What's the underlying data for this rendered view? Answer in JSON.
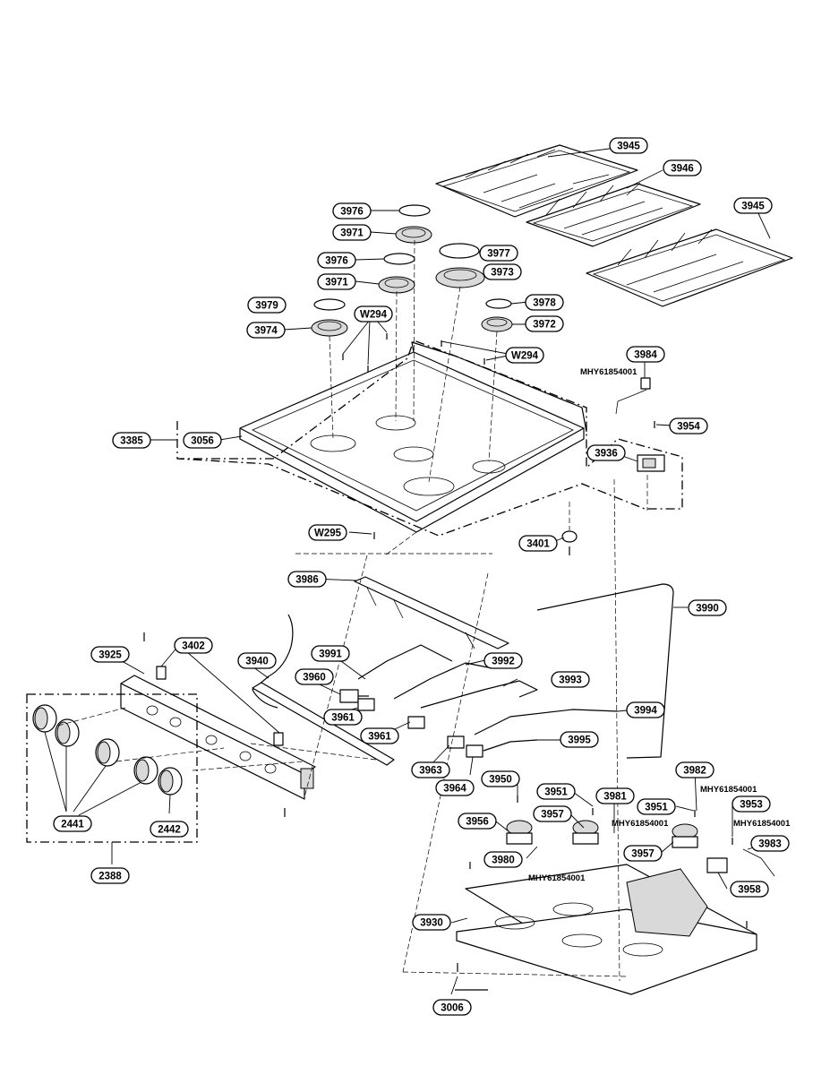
{
  "callouts": {
    "c3945a": "3945",
    "c3946": "3946",
    "c3945b": "3945",
    "c3976a": "3976",
    "c3971a": "3971",
    "c3977": "3977",
    "c3976b": "3976",
    "c3973": "3973",
    "c3971b": "3971",
    "c3979": "3979",
    "c3978": "3978",
    "cW294a": "W294",
    "c3974": "3974",
    "c3972": "3972",
    "cW294b": "W294",
    "c3984": "3984",
    "c3954": "3954",
    "c3385": "3385",
    "c3056": "3056",
    "c3936": "3936",
    "c3401": "3401",
    "cW295": "W295",
    "c3986": "3986",
    "c3990": "3990",
    "c3925": "3925",
    "c3402": "3402",
    "c3940": "3940",
    "c3991": "3991",
    "c3992": "3992",
    "c3960": "3960",
    "c3993": "3993",
    "c3961a": "3961",
    "c3961b": "3961",
    "c3994": "3994",
    "c3995": "3995",
    "c3963": "3963",
    "c3964": "3964",
    "c3982": "3982",
    "c3950": "3950",
    "c3951a": "3951",
    "c3981": "3981",
    "c3951b": "3951",
    "c3953": "3953",
    "c3956": "3956",
    "c3957a": "3957",
    "c3957b": "3957",
    "c3983": "3983",
    "c3980": "3980",
    "c3958": "3958",
    "c2441": "2441",
    "c2442": "2442",
    "c2388": "2388",
    "c3930": "3930",
    "c3006": "3006"
  },
  "part_codes": {
    "mhy_a": "MHY61854001",
    "mhy_b": "MHY61854001",
    "mhy_c": "MHY61854001",
    "mhy_d": "MHY61854001",
    "mhy_e": "MHY61854001"
  }
}
